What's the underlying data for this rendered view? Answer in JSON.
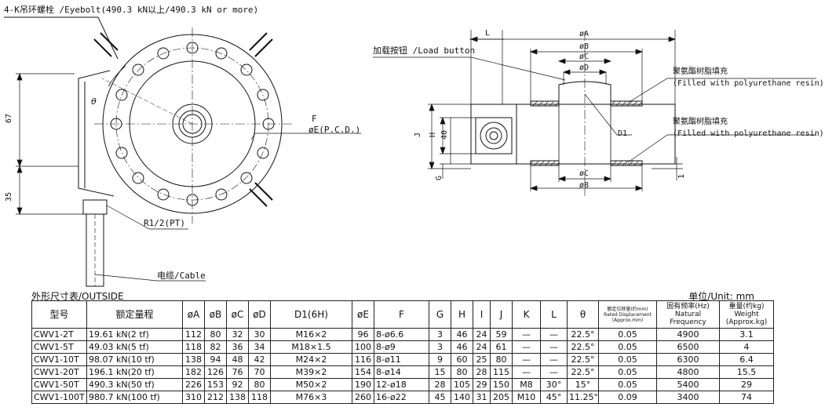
{
  "labels": {
    "eyebolt": "4-K吊环螺栓 /Eyebolt(490.3 kN以上/490.3 kN or more)",
    "dim_67": "67",
    "dim_35": "35",
    "theta": "θ",
    "f": "F",
    "pcd": "øE(P.C.D.)",
    "r12": "R1/2(PT)",
    "cable": "电缆/Cable",
    "load_button": "加载按钮 /Load button",
    "l": "L",
    "phi_a": "øA",
    "phi_b": "øB",
    "phi_c": "øC",
    "phi_d": "øD",
    "resin_cn_1": "聚氨酯树脂填充",
    "resin_en_1": "(Filled with polyurethane resin)",
    "resin_cn_2": "聚氨酯树脂填充",
    "resin_en_2": "(Filled with polyurethane resin)",
    "j": "J",
    "h": "H",
    "d40": "40",
    "d1": "D1",
    "g": "G",
    "one": "1",
    "phi_c_bottom": "øC",
    "phi_b_bottom": "øB"
  },
  "table": {
    "title": "外形尺寸表/OUTSIDE",
    "unit": "单位/Unit: mm",
    "headers": [
      "型号",
      "额定量程",
      "øA",
      "øB",
      "øC",
      "øD",
      "D1(6H)",
      "øE",
      "F",
      "G",
      "H",
      "I",
      "J",
      "K",
      "L",
      "θ",
      "额定位移量(约mm) Rated Displacement (Approx.mm)",
      "固有频率(Hz) Natural Frequency",
      "重量(约kg) Weight (Approx.kg)"
    ],
    "rows": [
      [
        "CWV1-2T",
        "19.61 kN(2 tf)",
        "112",
        "80",
        "32",
        "30",
        "M16×2",
        "96",
        "8-ø6.6",
        "3",
        "46",
        "24",
        "59",
        "—",
        "—",
        "22.5°",
        "0.05",
        "4900",
        "3.1"
      ],
      [
        "CWV1-5T",
        "49.03 kN(5 tf)",
        "118",
        "82",
        "36",
        "34",
        "M18×1.5",
        "100",
        "8-ø9",
        "3",
        "46",
        "24",
        "61",
        "—",
        "—",
        "22.5°",
        "0.05",
        "6500",
        "4"
      ],
      [
        "CWV1-10T",
        "98.07 kN(10 tf)",
        "138",
        "94",
        "48",
        "42",
        "M24×2",
        "116",
        "8-ø11",
        "9",
        "60",
        "25",
        "80",
        "—",
        "—",
        "22.5°",
        "0.05",
        "6300",
        "6.4"
      ],
      [
        "CWV1-20T",
        "196.1 kN(20 tf)",
        "182",
        "126",
        "76",
        "70",
        "M39×2",
        "154",
        "8-ø14",
        "15",
        "80",
        "28",
        "115",
        "—",
        "—",
        "22.5°",
        "0.05",
        "4800",
        "15.5"
      ],
      [
        "CWV1-50T",
        "490.3 kN(50 tf)",
        "226",
        "153",
        "92",
        "80",
        "M50×2",
        "190",
        "12-ø18",
        "28",
        "105",
        "29",
        "150",
        "M8",
        "30°",
        "15°",
        "0.05",
        "5400",
        "29"
      ],
      [
        "CWV1-100T",
        "980.7 kN(100 tf)",
        "310",
        "212",
        "138",
        "118",
        "M76×3",
        "260",
        "16-ø22",
        "45",
        "140",
        "31",
        "205",
        "M10",
        "45°",
        "11.25°",
        "0.09",
        "3400",
        "74"
      ]
    ]
  }
}
